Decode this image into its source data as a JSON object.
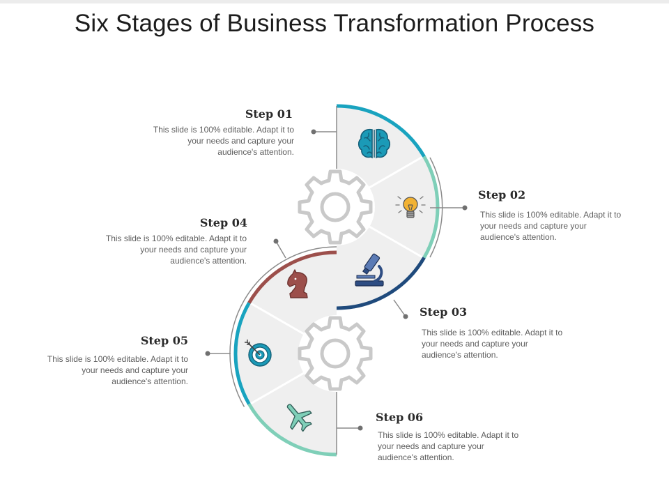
{
  "title": "Six Stages of Business Transformation Process",
  "steps": [
    {
      "label": "Step 01",
      "text": "This slide is 100% editable. Adapt it to your needs and capture your audience's attention.",
      "icon": "brain-icon",
      "color": "#19a3bf"
    },
    {
      "label": "Step 02",
      "text": "This slide is 100% editable. Adapt it to your needs and capture your audience's attention.",
      "icon": "lightbulb-icon",
      "color": "#7fcfb8"
    },
    {
      "label": "Step 03",
      "text": "This slide is 100% editable. Adapt it to your needs and capture your audience's attention.",
      "icon": "microscope-icon",
      "color": "#1f4a7c"
    },
    {
      "label": "Step 04",
      "text": "This slide is 100% editable. Adapt it to your needs and capture your audience's attention.",
      "icon": "chess-knight-icon",
      "color": "#9c4f4b"
    },
    {
      "label": "Step 05",
      "text": "This slide is 100% editable. Adapt it to your needs and capture your audience's attention.",
      "icon": "target-icon",
      "color": "#19a3bf"
    },
    {
      "label": "Step 06",
      "text": "This slide is 100% editable. Adapt it to your needs and capture your audience's attention.",
      "icon": "airplane-icon",
      "color": "#7fcfb8"
    }
  ]
}
